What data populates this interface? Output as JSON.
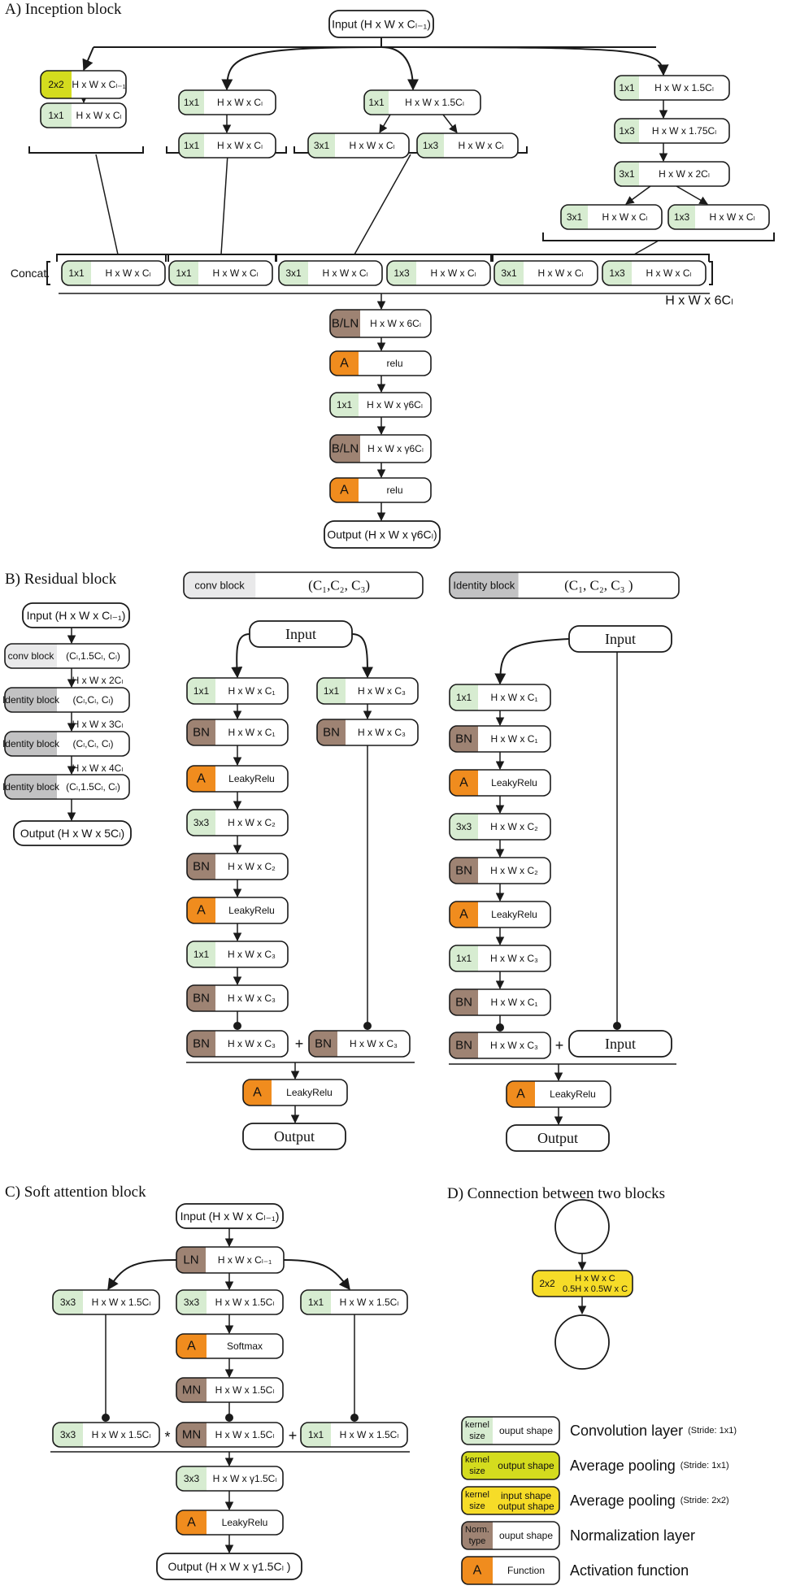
{
  "colors": {
    "conv": "#d7ecd1",
    "avgpool_1x1": "#d4dc1e",
    "avgpool_2x2": "#f6dc28",
    "norm": "#9e8373",
    "act": "#f08c1e",
    "conv_block": "#e9e9ea",
    "identity_block": "#c2c2c3",
    "stroke": "#1a1a1a"
  },
  "icons": [
    "arrow-head",
    "dot-head"
  ],
  "sections": {
    "a_title": "A) Inception block",
    "b_title": "B) Residual block",
    "c_title": "C) Soft attention block",
    "d_title": "D) Connection between two blocks"
  },
  "inception": {
    "input": "Input (H x W x Cₗ₋₁)",
    "concat_label": "Concat.",
    "concat_shape": "H x W x 6Cₗ",
    "output": "Output (H x W x γ6Cₗ)"
  },
  "residual": {
    "conv_block_title": "conv block",
    "conv_block_params": "(C₁,C₂, C₃)",
    "identity_block_title": "Identity block",
    "identity_block_params": "(C₁, C₂, C₃ )",
    "mini_input": "Input (H x W x Cₗ₋₁)",
    "mini_output": "Output (H x W x 5Cₗ)",
    "input_label": "Input",
    "output_label": "Output"
  },
  "attention": {
    "input": "Input (H x W x Cₗ₋₁)",
    "output": "Output (H x W x γ1.5Cₗ )"
  },
  "connection": {
    "kernel": "2x2",
    "shape_in": "H x W x C",
    "shape_out": "0.5H x 0.5W x C"
  },
  "legend": [
    {
      "kind": "conv",
      "left": "kernel size",
      "right": "ouput shape",
      "label": "Convolution layer",
      "note": "(Stride: 1x1)"
    },
    {
      "kind": "avgpool_1x1",
      "left": "kernel size",
      "right": "output shape",
      "label": "Average pooling",
      "note": "(Stride: 1x1)"
    },
    {
      "kind": "avgpool_2x2",
      "left": "kernel size",
      "right": "input shape output shape",
      "label": "Average pooling",
      "note": "(Stride: 2x2)"
    },
    {
      "kind": "norm",
      "left": "Norm. type",
      "right": "ouput shape",
      "label": "Normalization layer",
      "note": ""
    },
    {
      "kind": "act",
      "left": "A",
      "right": "Function",
      "label": "Activation function",
      "note": ""
    }
  ],
  "boxes": [
    {
      "id": "a-pool",
      "kind": "avgpool_1x1",
      "l": "2x2",
      "r": "H x W x Cₗ₋₁"
    },
    {
      "id": "a-b1c",
      "kind": "conv",
      "l": "1x1",
      "r": "H x W x Cₗ"
    },
    {
      "id": "a-b2a",
      "kind": "conv",
      "l": "1x1",
      "r": "H x W x Cₗ"
    },
    {
      "id": "a-b2b",
      "kind": "conv",
      "l": "1x1",
      "r": "H x W x Cₗ"
    },
    {
      "id": "a-b3a",
      "kind": "conv",
      "l": "1x1",
      "r": "H x W x 1.5Cₗ"
    },
    {
      "id": "a-b3b",
      "kind": "conv",
      "l": "3x1",
      "r": "H x W x Cₗ"
    },
    {
      "id": "a-b3c",
      "kind": "conv",
      "l": "1x3",
      "r": "H x W x Cₗ"
    },
    {
      "id": "a-b4a",
      "kind": "conv",
      "l": "1x1",
      "r": "H x W x 1.5Cₗ"
    },
    {
      "id": "a-b4b",
      "kind": "conv",
      "l": "1x3",
      "r": "H x W x 1.75Cₗ"
    },
    {
      "id": "a-b4c",
      "kind": "conv",
      "l": "3x1",
      "r": "H x W x 2Cₗ"
    },
    {
      "id": "a-b4d",
      "kind": "conv",
      "l": "3x1",
      "r": "H x W x Cₗ"
    },
    {
      "id": "a-b4e",
      "kind": "conv",
      "l": "1x3",
      "r": "H x W x Cₗ"
    },
    {
      "id": "a-c1",
      "kind": "conv",
      "l": "1x1",
      "r": "H x W x Cₗ"
    },
    {
      "id": "a-c2",
      "kind": "conv",
      "l": "1x1",
      "r": "H x W x Cₗ"
    },
    {
      "id": "a-c3",
      "kind": "conv",
      "l": "3x1",
      "r": "H x W x Cₗ"
    },
    {
      "id": "a-c4",
      "kind": "conv",
      "l": "1x3",
      "r": "H x W x Cₗ"
    },
    {
      "id": "a-c5",
      "kind": "conv",
      "l": "3x1",
      "r": "H x W x Cₗ"
    },
    {
      "id": "a-c6",
      "kind": "conv",
      "l": "1x3",
      "r": "H x W x Cₗ"
    },
    {
      "id": "a-n1",
      "kind": "norm",
      "l": "B/LN",
      "r": "H x W x 6Cₗ"
    },
    {
      "id": "a-a1",
      "kind": "act",
      "l": "A",
      "r": "relu"
    },
    {
      "id": "a-cv",
      "kind": "conv",
      "l": "1x1",
      "r": "H x W x γ6Cₗ"
    },
    {
      "id": "a-n2",
      "kind": "norm",
      "l": "B/LN",
      "r": "H x W x γ6Cₗ"
    },
    {
      "id": "a-a2",
      "kind": "act",
      "l": "A",
      "r": "relu"
    },
    {
      "id": "b-m1",
      "kind": "conv_block",
      "l": "conv block",
      "r": "(Cₗ,1.5Cₗ, Cₗ)"
    },
    {
      "id": "b-m2",
      "kind": "identity_block",
      "l": "Identity block",
      "r": "(Cₗ,Cₗ, Cₗ)"
    },
    {
      "id": "b-m3",
      "kind": "identity_block",
      "l": "Identity block",
      "r": "(Cₗ,Cₗ, Cₗ)"
    },
    {
      "id": "b-m4",
      "kind": "identity_block",
      "l": "Identity block",
      "r": "(Cₗ,1.5Cₗ, Cₗ)"
    },
    {
      "id": "b-c1",
      "kind": "conv",
      "l": "1x1",
      "r": "H x W x C₁"
    },
    {
      "id": "b-c2",
      "kind": "norm",
      "l": "BN",
      "r": "H x W x C₁"
    },
    {
      "id": "b-c3",
      "kind": "act",
      "l": "A",
      "r": "LeakyRelu"
    },
    {
      "id": "b-c4",
      "kind": "conv",
      "l": "3x3",
      "r": "H x W x C₂"
    },
    {
      "id": "b-c5",
      "kind": "norm",
      "l": "BN",
      "r": "H x W x C₂"
    },
    {
      "id": "b-c6",
      "kind": "act",
      "l": "A",
      "r": "LeakyRelu"
    },
    {
      "id": "b-c7",
      "kind": "conv",
      "l": "1x1",
      "r": "H x W x C₃"
    },
    {
      "id": "b-c8",
      "kind": "norm",
      "l": "BN",
      "r": "H x W x C₃"
    },
    {
      "id": "b-c9",
      "kind": "norm",
      "l": "BN",
      "r": "H x W x C₃"
    },
    {
      "id": "b-s1",
      "kind": "conv",
      "l": "1x1",
      "r": "H x W x C₃"
    },
    {
      "id": "b-s2",
      "kind": "norm",
      "l": "BN",
      "r": "H x W x C₃"
    },
    {
      "id": "b-s3",
      "kind": "norm",
      "l": "BN",
      "r": "H x W x C₃"
    },
    {
      "id": "b-ca",
      "kind": "act",
      "l": "A",
      "r": "LeakyRelu"
    },
    {
      "id": "b-i1",
      "kind": "conv",
      "l": "1x1",
      "r": "H x W x C₁"
    },
    {
      "id": "b-i2",
      "kind": "norm",
      "l": "BN",
      "r": "H x W x C₁"
    },
    {
      "id": "b-i3",
      "kind": "act",
      "l": "A",
      "r": "LeakyRelu"
    },
    {
      "id": "b-i4",
      "kind": "conv",
      "l": "3x3",
      "r": "H x W x C₂"
    },
    {
      "id": "b-i5",
      "kind": "norm",
      "l": "BN",
      "r": "H x W x C₂"
    },
    {
      "id": "b-i6",
      "kind": "act",
      "l": "A",
      "r": "LeakyRelu"
    },
    {
      "id": "b-i7",
      "kind": "conv",
      "l": "1x1",
      "r": "H x W x C₃"
    },
    {
      "id": "b-i8",
      "kind": "norm",
      "l": "BN",
      "r": "H x W x C₁"
    },
    {
      "id": "b-i9",
      "kind": "norm",
      "l": "BN",
      "r": "H x W x C₃"
    },
    {
      "id": "b-ia",
      "kind": "act",
      "l": "A",
      "r": "LeakyRelu"
    },
    {
      "id": "c-ln",
      "kind": "norm",
      "l": "LN",
      "r": "H x W x Cₗ₋₁"
    },
    {
      "id": "c-l1",
      "kind": "conv",
      "l": "3x3",
      "r": "H x W x 1.5Cₗ"
    },
    {
      "id": "c-m1",
      "kind": "conv",
      "l": "3x3",
      "r": "H x W x 1.5Cₗ"
    },
    {
      "id": "c-r1",
      "kind": "conv",
      "l": "1x1",
      "r": "H x W x 1.5Cₗ"
    },
    {
      "id": "c-m2",
      "kind": "act",
      "l": "A",
      "r": "Softmax"
    },
    {
      "id": "c-m3",
      "kind": "norm",
      "l": "MN",
      "r": "H x W x 1.5Cₗ"
    },
    {
      "id": "c-l2",
      "kind": "conv",
      "l": "3x3",
      "r": "H x W x 1.5Cₗ"
    },
    {
      "id": "c-m4",
      "kind": "norm",
      "l": "MN",
      "r": "H x W x 1.5Cₗ"
    },
    {
      "id": "c-r2",
      "kind": "conv",
      "l": "1x1",
      "r": "H x W x 1.5Cₗ"
    },
    {
      "id": "c-cv",
      "kind": "conv",
      "l": "3x3",
      "r": "H x W x γ1.5Cₗ"
    },
    {
      "id": "c-act",
      "kind": "act",
      "l": "A",
      "r": "LeakyRelu"
    }
  ],
  "pills": [
    {
      "id": "a-in",
      "text_key": "inception.input"
    },
    {
      "id": "a-out",
      "text_key": "inception.output"
    },
    {
      "id": "b-min",
      "text_key": "residual.mini_input"
    },
    {
      "id": "b-mout",
      "text_key": "residual.mini_output"
    },
    {
      "id": "b-cin",
      "text_key": "residual.input_label"
    },
    {
      "id": "b-cout",
      "text_key": "residual.output_label"
    },
    {
      "id": "b-iin",
      "text_key": "residual.input_label"
    },
    {
      "id": "b-iin2",
      "text_key": "residual.input_label"
    },
    {
      "id": "b-iout",
      "text_key": "residual.output_label"
    },
    {
      "id": "c-in",
      "text_key": "attention.input"
    },
    {
      "id": "c-out",
      "text_key": "attention.output"
    }
  ],
  "between_labels": [
    {
      "id": "b-t1",
      "text": "H x W x 2Cₗ"
    },
    {
      "id": "b-t2",
      "text": "H x W x 3Cₗ"
    },
    {
      "id": "b-t3",
      "text": "H x W x 4Cₗ"
    }
  ],
  "operators": [
    {
      "id": "b-plus1",
      "text": "+"
    },
    {
      "id": "b-plus2",
      "text": "+"
    },
    {
      "id": "c-star",
      "text": "*"
    },
    {
      "id": "c-plus",
      "text": "+"
    }
  ]
}
